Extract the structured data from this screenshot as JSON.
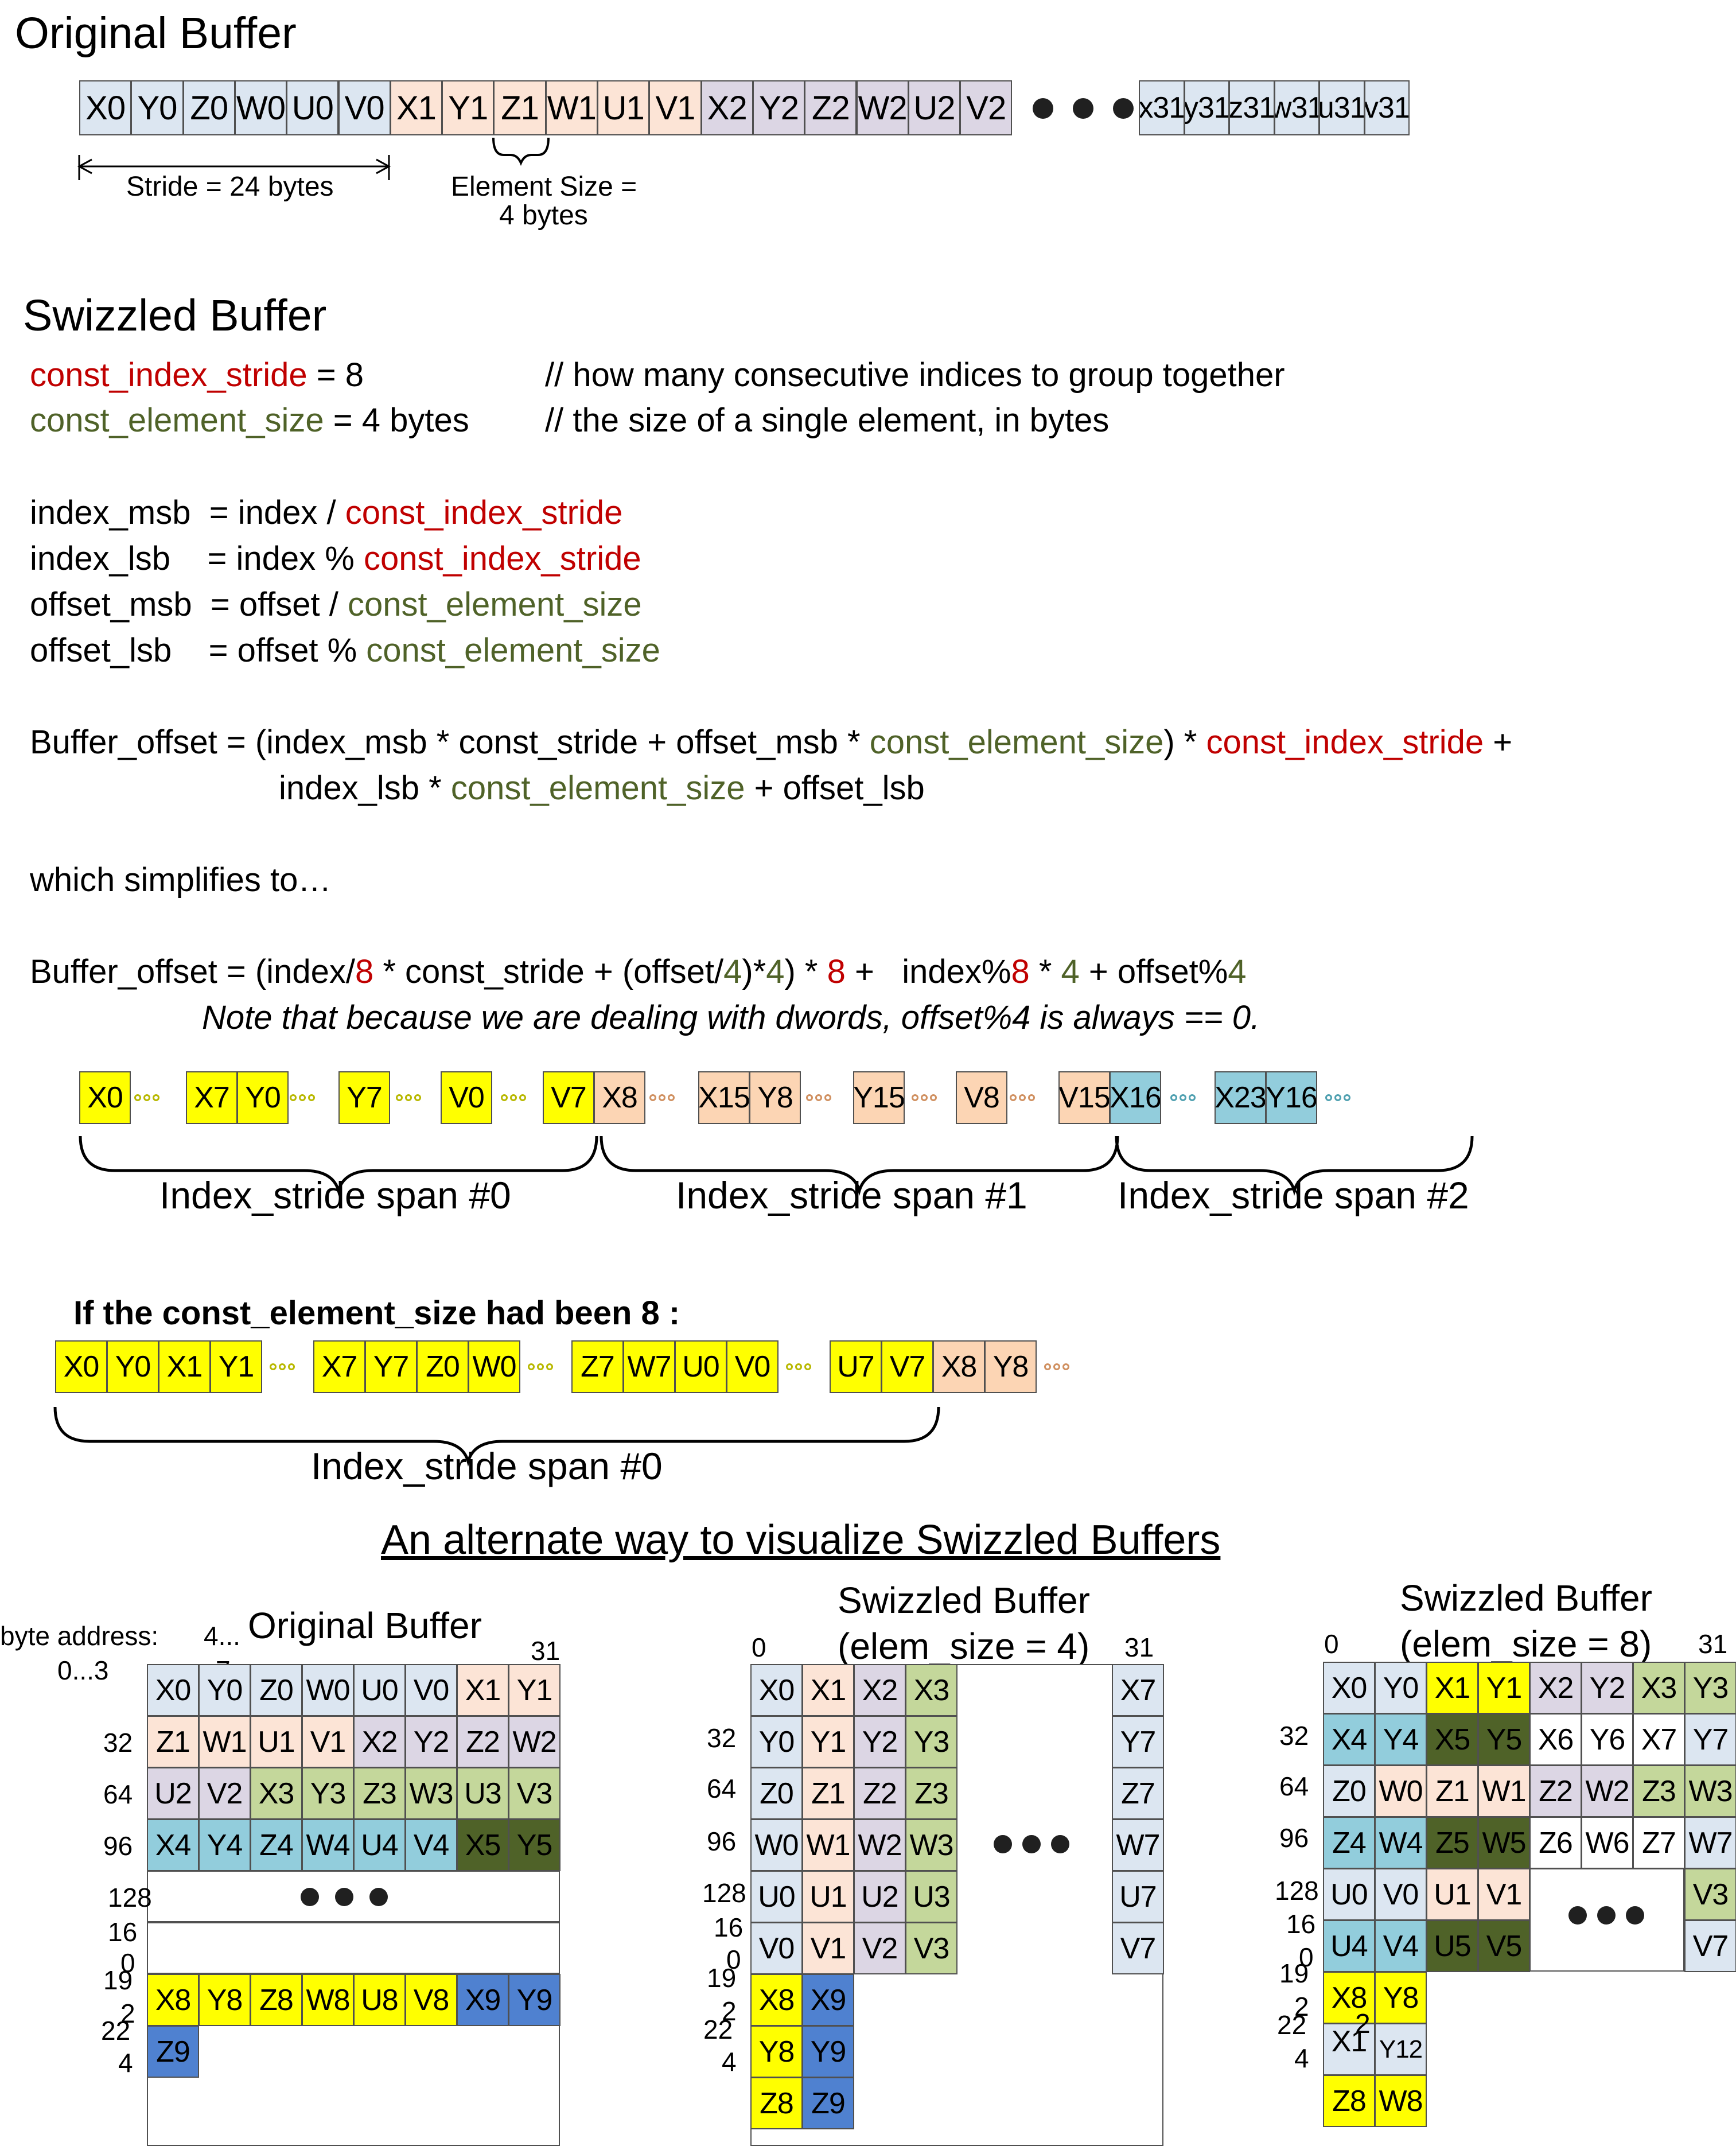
{
  "colors": {
    "blue_light": "#dce6f1",
    "peach": "#fce4d6",
    "lavender": "#dcd6e4",
    "green_light": "#c4d79b",
    "teal": "#92cddc",
    "dark_green": "#4f6228",
    "yellow": "#ffff00",
    "orange_light": "#fcd5b4",
    "blue": "#4f81d0",
    "red_text": "#c00000",
    "green_text": "#4f6228"
  },
  "original": {
    "title": "Original Buffer",
    "cells_main": [
      "X0",
      "Y0",
      "Z0",
      "W0",
      "U0",
      "V0",
      "X1",
      "Y1",
      "Z1",
      "W1",
      "U1",
      "V1",
      "X2",
      "Y2",
      "Z2",
      "W2",
      "U2",
      "V2"
    ],
    "cells_tail": [
      "x31",
      "y31",
      "z31",
      "w31",
      "u31",
      "v31"
    ],
    "stride_label": "Stride = 24 bytes",
    "element_size_line1": "Element Size =",
    "element_size_line2": "4 bytes"
  },
  "swizzled": {
    "title": "Swizzled Buffer",
    "l1_name": "const_index_stride",
    "l1_rest": " = 8",
    "l1_comment": "// how many consecutive indices to group together",
    "l2_name": "const_element_size",
    "l2_rest": " = 4 bytes",
    "l2_comment": "// the size of a single element, in bytes",
    "f1_a": "index_msb  = index / ",
    "f1_b": "const_index_stride",
    "f2_a": "index_lsb    = index % ",
    "f2_b": "const_index_stride",
    "f3_a": "offset_msb  = offset / ",
    "f3_b": "const_element_size",
    "f4_a": "offset_lsb    = offset % ",
    "f4_b": "const_element_size",
    "b1_a": "Buffer_offset = (index_msb * const_stride + offset_msb * ",
    "b1_b": "const_element_size",
    "b1_c": ") * ",
    "b1_d": "const_index_stride",
    "b1_e": " +",
    "b2_a": "index_lsb * ",
    "b2_b": "const_element_size",
    "b2_c": " + offset_lsb",
    "simplifies": "which simplifies to…",
    "s_a": "Buffer_offset = (index/",
    "s_b": "8",
    "s_c": " * const_stride + (offset/",
    "s_d": "4",
    "s_e": ")*",
    "s_f": "4",
    "s_g": ") * ",
    "s_h": "8",
    "s_i": " +   index%",
    "s_j": "8",
    "s_k": " * ",
    "s_l": "4",
    "s_m": " + offset%",
    "s_n": "4",
    "note": "Note that because we are dealing with dwords, offset%4 is always == 0."
  },
  "row1": {
    "cells": [
      "X0",
      "X7",
      "Y0",
      "Y7",
      "V0",
      "V7",
      "X8",
      "X15",
      "Y8",
      "Y15",
      "V8",
      "V15",
      "X16",
      "X23",
      "Y16"
    ],
    "span0": "Index_stride span #0",
    "span1": "Index_stride span #1",
    "span2": "Index_stride span #2"
  },
  "row2": {
    "heading": "If the const_element_size had been 8 :",
    "cells": [
      "X0",
      "Y0",
      "X1",
      "Y1",
      "X7",
      "Y7",
      "Z0",
      "W0",
      "Z7",
      "W7",
      "U0",
      "V0",
      "U7",
      "V7",
      "X8",
      "Y8"
    ],
    "span0": "Index_stride span #0"
  },
  "alt": {
    "title": "An alternate way to visualize Swizzled Buffers",
    "orig": {
      "title": "Original Buffer",
      "byte_address": "byte address:",
      "range0": "0...3",
      "range1a": "4...",
      "range1b": "7",
      "col_end": "31",
      "rows": [
        [
          "X0",
          "Y0",
          "Z0",
          "W0",
          "U0",
          "V0",
          "X1",
          "Y1"
        ],
        [
          "Z1",
          "W1",
          "U1",
          "V1",
          "X2",
          "Y2",
          "Z2",
          "W2"
        ],
        [
          "U2",
          "V2",
          "X3",
          "Y3",
          "Z3",
          "W3",
          "U3",
          "V3"
        ],
        [
          "X4",
          "Y4",
          "Z4",
          "W4",
          "U4",
          "V4",
          "X5",
          "Y5"
        ],
        [
          "X8",
          "Y8",
          "Z8",
          "W8",
          "U8",
          "V8",
          "X9",
          "Y9"
        ],
        [
          "Z9"
        ]
      ],
      "row_labels": [
        "32",
        "64",
        "96",
        "128",
        "16",
        "0",
        "19",
        "2",
        "22",
        "4"
      ]
    },
    "sw4": {
      "title1": "Swizzled Buffer",
      "title2": "(elem_size = 4)",
      "col_start": "0",
      "col_end": "31",
      "rows": [
        [
          "X0",
          "X1",
          "X2",
          "X3"
        ],
        [
          "Y0",
          "Y1",
          "Y2",
          "Y3"
        ],
        [
          "Z0",
          "Z1",
          "Z2",
          "Z3"
        ],
        [
          "W0",
          "W1",
          "W2",
          "W3"
        ],
        [
          "U0",
          "U1",
          "U2",
          "U3"
        ],
        [
          "V0",
          "V1",
          "V2",
          "V3"
        ]
      ],
      "col7": [
        "X7",
        "Y7",
        "Z7",
        "W7",
        "U7",
        "V7"
      ],
      "lower": [
        [
          "X8",
          "X9"
        ],
        [
          "Y8",
          "Y9"
        ],
        [
          "Z8",
          "Z9"
        ]
      ],
      "row_labels": [
        "32",
        "64",
        "96",
        "128",
        "16",
        "0",
        "19",
        "2",
        "22",
        "4"
      ]
    },
    "sw8": {
      "title1": "Swizzled Buffer",
      "title2": "(elem_size = 8)",
      "col_start": "0",
      "col_end": "31",
      "rows": [
        [
          "X0",
          "Y0",
          "X1",
          "Y1",
          "X2",
          "Y2",
          "X3",
          "Y3"
        ],
        [
          "X4",
          "Y4",
          "X5",
          "Y5",
          "X6",
          "Y6",
          "X7",
          "Y7"
        ],
        [
          "Z0",
          "W0",
          "Z1",
          "W1",
          "Z2",
          "W2",
          "Z3",
          "W3"
        ],
        [
          "Z4",
          "W4",
          "Z5",
          "W5",
          "Z6",
          "W6",
          "Z7",
          "W7"
        ],
        [
          "U0",
          "V0",
          "U1",
          "V1"
        ],
        [
          "U4",
          "V4",
          "U5",
          "V5"
        ]
      ],
      "right": [
        "V3",
        "V7"
      ],
      "lower": [
        [
          "X8",
          "Y8"
        ],
        [
          "X1",
          "Y12"
        ],
        [
          "Z8",
          "W8"
        ]
      ],
      "x12_second": "2",
      "row_labels": [
        "32",
        "64",
        "96",
        "128",
        "16",
        "0",
        "19",
        "2",
        "22",
        "4"
      ]
    }
  }
}
